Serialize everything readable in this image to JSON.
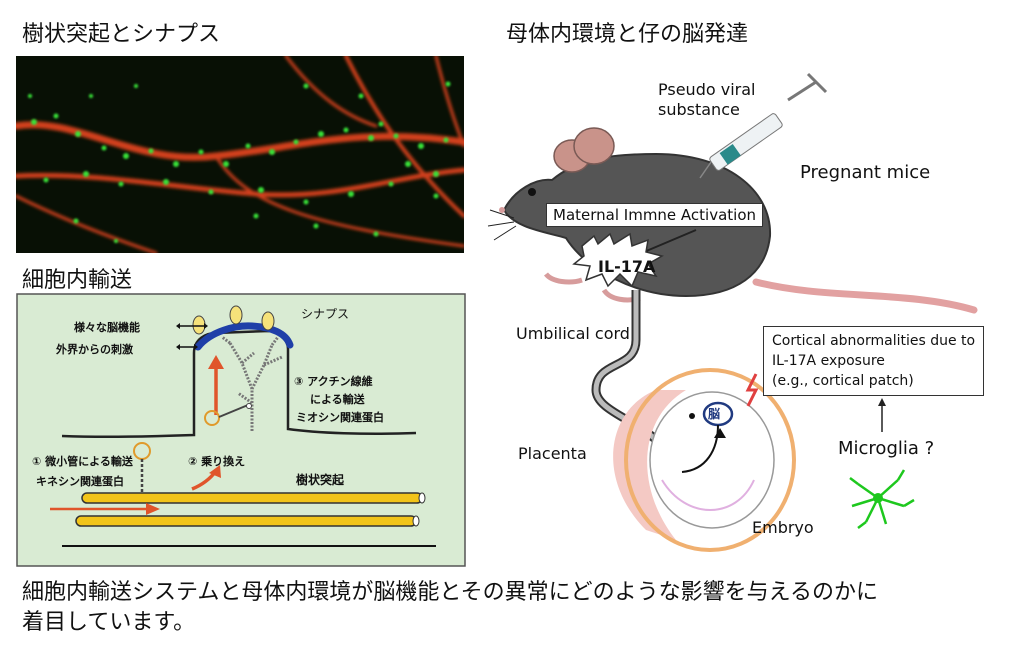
{
  "headings": {
    "dendrite_synapse": "樹状突起とシナプス",
    "transport": "細胞内輸送",
    "maternal_env": "母体内環境と仔の脳発達"
  },
  "transport_panel": {
    "synapse": "シナプス",
    "brain_functions": "様々な脳機能",
    "external_stimuli": "外界からの刺激",
    "actin_transport_1": "③ アクチン線維",
    "actin_transport_2": "による輸送",
    "actin_transport_3": "ミオシン関連蛋白",
    "mt_transport_1": "① 微小管による輸送",
    "mt_transport_2": "キネシン関連蛋白",
    "transfer": "② 乗り換え",
    "dendrite": "樹状突起",
    "colors": {
      "background": "#d9ebd3",
      "microtubule": "#f2c419",
      "arrow": "#e0552b",
      "synapse_cap": "#1f3fa8"
    }
  },
  "diagram": {
    "pseudo_viral_1": "Pseudo viral",
    "pseudo_viral_2": "substance",
    "pregnant_mice": "Pregnant mice",
    "mia": "Maternal Immne Activation",
    "il17a": "IL-17A",
    "umbilical": "Umbilical cord",
    "cortical_1": "Cortical abnormalities due to",
    "cortical_2": "IL-17A exposure",
    "cortical_3": "(e.g., cortical patch)",
    "placenta": "Placenta",
    "microglia": "Microglia ?",
    "embryo": "Embryo",
    "brain_char": "脳",
    "colors": {
      "mouse_body": "#555555",
      "ear": "#c9938a",
      "placenta": "#f4c9c4",
      "microglia": "#1ec81e"
    }
  },
  "footer": {
    "line1": "細胞内輸送システムと母体内環境が脳機能とその異常にどのような影響を与えるのかに",
    "line2": "着目しています。"
  }
}
